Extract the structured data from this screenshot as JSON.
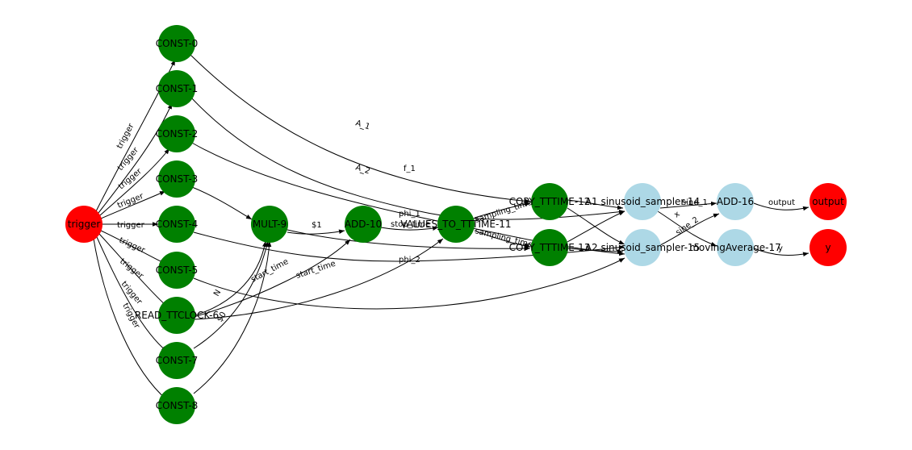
{
  "colors": {
    "green": "#008000",
    "red": "#ff0000",
    "blue": "#add8e6"
  },
  "nodes": [
    {
      "id": "trigger",
      "label": "trigger",
      "color": "red"
    },
    {
      "id": "c0",
      "label": "CONST-0",
      "color": "green"
    },
    {
      "id": "c1",
      "label": "CONST-1",
      "color": "green"
    },
    {
      "id": "c2",
      "label": "CONST-2",
      "color": "green"
    },
    {
      "id": "c3",
      "label": "CONST-3",
      "color": "green"
    },
    {
      "id": "c4",
      "label": "CONST-4",
      "color": "green"
    },
    {
      "id": "c5",
      "label": "CONST-5",
      "color": "green"
    },
    {
      "id": "rt6",
      "label": "READ_TTCLOCK-6",
      "color": "green"
    },
    {
      "id": "c7",
      "label": "CONST-7",
      "color": "green"
    },
    {
      "id": "c8",
      "label": "CONST-8",
      "color": "green"
    },
    {
      "id": "m9",
      "label": "MULT-9",
      "color": "green"
    },
    {
      "id": "a10",
      "label": "ADD-10",
      "color": "green"
    },
    {
      "id": "v11",
      "label": "VALUES_TO_TTTIME-11",
      "color": "green"
    },
    {
      "id": "cp12",
      "label": "COPY_TTTIME-12",
      "color": "green"
    },
    {
      "id": "cp13",
      "label": "COPY_TTTIME-13",
      "color": "green"
    },
    {
      "id": "s14",
      "label": "A1 sinusoid_sampler-14",
      "color": "blue"
    },
    {
      "id": "s15",
      "label": "A2 sinusoid_sampler-15",
      "color": "blue"
    },
    {
      "id": "a16",
      "label": "ADD-16",
      "color": "blue"
    },
    {
      "id": "ma17",
      "label": "movingAverage-17",
      "color": "blue"
    },
    {
      "id": "out",
      "label": "output",
      "color": "red"
    },
    {
      "id": "y",
      "label": "y",
      "color": "red"
    }
  ],
  "edges": [
    {
      "label": "trigger"
    },
    {
      "label": "trigger"
    },
    {
      "label": "trigger"
    },
    {
      "label": "trigger"
    },
    {
      "label": "trigger"
    },
    {
      "label": "trigger"
    },
    {
      "label": "trigger"
    },
    {
      "label": "trigger"
    },
    {
      "label": "trigger"
    },
    {
      "label": "A_1"
    },
    {
      "label": "A_2"
    },
    {
      "label": "f_1"
    },
    {
      "label": "phi_1"
    },
    {
      "label": "$1"
    },
    {
      "label": "phi_2"
    },
    {
      "label": "N"
    },
    {
      "label": "$0"
    },
    {
      "label": "start_time"
    },
    {
      "label": "start_time"
    },
    {
      "label": "stop_time"
    },
    {
      "label": "sampling_time"
    },
    {
      "label": "sampling_time"
    },
    {
      "label": "sine_1"
    },
    {
      "label": "sine_2"
    },
    {
      "label": "x"
    },
    {
      "label": "output"
    },
    {
      "label": "y"
    }
  ]
}
